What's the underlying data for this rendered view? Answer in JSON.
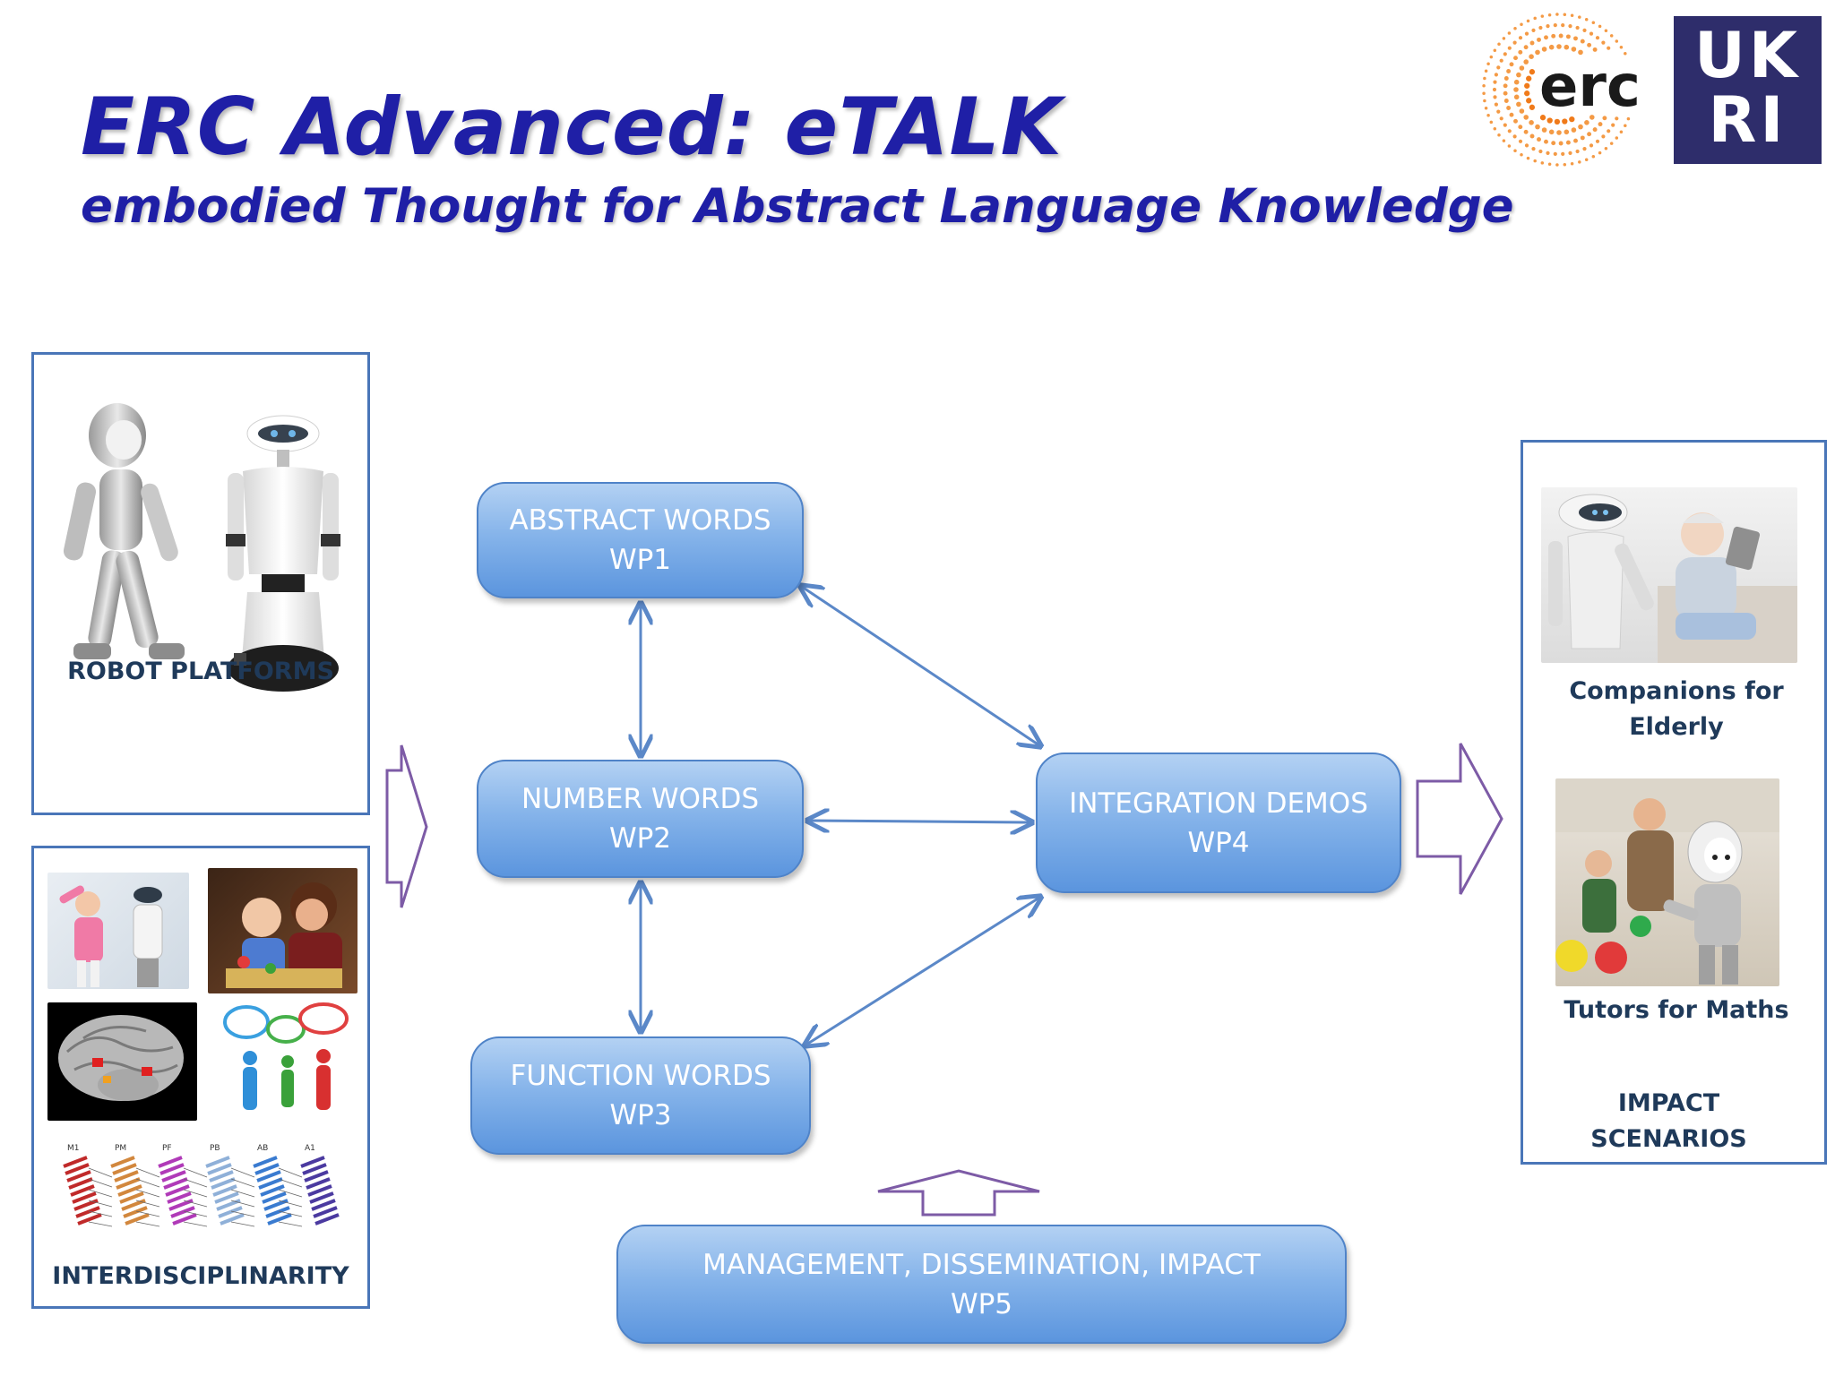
{
  "header": {
    "title": "ERC Advanced:  eTALK",
    "subtitle": "embodied Thought for Abstract Language Knowledge"
  },
  "logos": {
    "erc": "erc",
    "ukri_line1": "UK",
    "ukri_line2": "RI"
  },
  "left_panels": {
    "robot_platforms": "ROBOT PLATFORMS",
    "interdisciplinarity": "INTERDISCIPLINARITY",
    "network_labels": [
      "M1",
      "PM",
      "PF",
      "PB",
      "AB",
      "A1"
    ]
  },
  "work_packages": {
    "wp1": {
      "name": "ABSTRACT WORDS",
      "id": "WP1"
    },
    "wp2": {
      "name": "NUMBER WORDS",
      "id": "WP2"
    },
    "wp3": {
      "name": "FUNCTION WORDS",
      "id": "WP3"
    },
    "wp4": {
      "name": "INTEGRATION DEMOS",
      "id": "WP4"
    },
    "wp5": {
      "name": "MANAGEMENT, DISSEMINATION, IMPACT",
      "id": "WP5"
    }
  },
  "impact_panel": {
    "companions_line1": "Companions for",
    "companions_line2": "Elderly",
    "tutors": "Tutors for Maths",
    "impact_line1": "IMPACT",
    "impact_line2": "SCENARIOS"
  },
  "colors": {
    "title": "#1f1fa6",
    "panel_border": "#4a76b8",
    "arrow": "#5b88c8",
    "hollow_arrow": "#7d5ba6",
    "box_fill": "#86b4ea"
  }
}
